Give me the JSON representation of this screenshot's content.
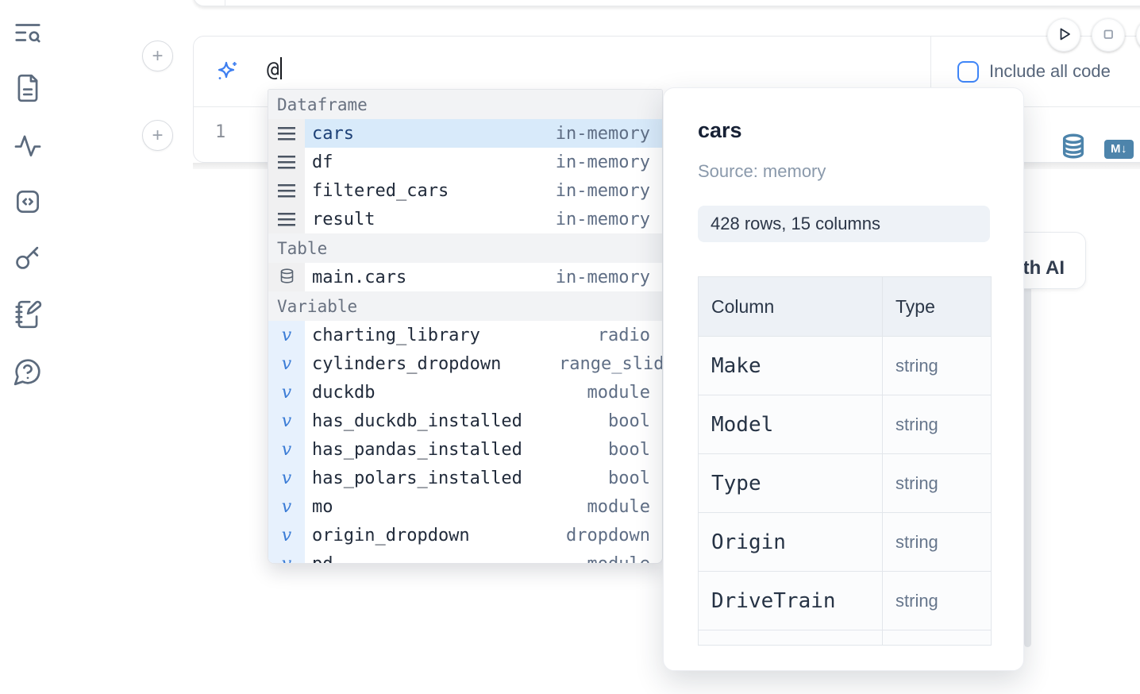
{
  "sidebar": {
    "icons": [
      "text-search",
      "file-document",
      "activity",
      "code-cell",
      "key",
      "notebook-pen",
      "help-chat"
    ]
  },
  "toolbar": {
    "run_icon": "play",
    "stop_icon": "stop"
  },
  "cell": {
    "prompt_value": "@",
    "include_all_code_label": "Include all code",
    "line_number": "1",
    "add_cell_label": "+",
    "output_icons": [
      "database",
      "markdown-export"
    ],
    "markdown_badge": "M↓"
  },
  "ai_button": {
    "label": "with AI"
  },
  "autocomplete": {
    "sections": [
      {
        "label": "Dataframe",
        "items": [
          {
            "icon": "dataframe-rows",
            "name": "cars",
            "meta": "in-memory",
            "selected": true
          },
          {
            "icon": "dataframe-rows",
            "name": "df",
            "meta": "in-memory"
          },
          {
            "icon": "dataframe-rows",
            "name": "filtered_cars",
            "meta": "in-memory"
          },
          {
            "icon": "dataframe-rows",
            "name": "result",
            "meta": "in-memory"
          }
        ]
      },
      {
        "label": "Table",
        "items": [
          {
            "icon": "database",
            "name": "main.cars",
            "meta": "in-memory"
          }
        ]
      },
      {
        "label": "Variable",
        "items": [
          {
            "icon": "variable-v",
            "glyph": "v",
            "name": "charting_library",
            "meta": "radio"
          },
          {
            "icon": "variable-v",
            "glyph": "v",
            "name": "cylinders_dropdown",
            "meta": "range_slider"
          },
          {
            "icon": "variable-v",
            "glyph": "v",
            "name": "duckdb",
            "meta": "module"
          },
          {
            "icon": "variable-v",
            "glyph": "v",
            "name": "has_duckdb_installed",
            "meta": "bool"
          },
          {
            "icon": "variable-v",
            "glyph": "v",
            "name": "has_pandas_installed",
            "meta": "bool"
          },
          {
            "icon": "variable-v",
            "glyph": "v",
            "name": "has_polars_installed",
            "meta": "bool"
          },
          {
            "icon": "variable-v",
            "glyph": "v",
            "name": "mo",
            "meta": "module"
          },
          {
            "icon": "variable-v",
            "glyph": "v",
            "name": "origin_dropdown",
            "meta": "dropdown"
          },
          {
            "icon": "variable-v",
            "glyph": "v",
            "name": "pd",
            "meta": "module",
            "clipped": true
          }
        ]
      }
    ]
  },
  "preview": {
    "title": "cars",
    "source": "Source: memory",
    "shape": "428 rows, 15 columns",
    "table": {
      "headers": [
        "Column",
        "Type"
      ],
      "rows": [
        [
          "Make",
          "string"
        ],
        [
          "Model",
          "string"
        ],
        [
          "Type",
          "string"
        ],
        [
          "Origin",
          "string"
        ],
        [
          "DriveTrain",
          "string"
        ]
      ]
    }
  },
  "colors": {
    "accent_blue": "#3d7ef0",
    "selection_blue": "#d8eafa",
    "steel_blue": "#4d84ab",
    "checkbox_blue": "#3f86f8"
  }
}
